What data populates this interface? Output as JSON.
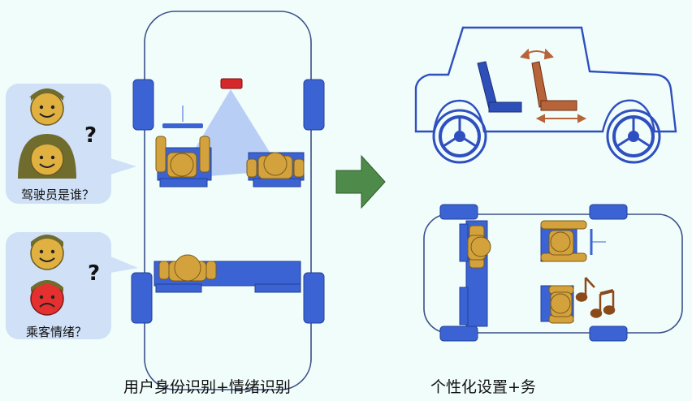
{
  "left_panel": {
    "question_driver": "驾驶员是谁？",
    "question_passenger": "乘客情绪？",
    "question_mark": "?",
    "caption": "用户身份识别+情绪识别"
  },
  "right_panel": {
    "caption": "个性化设置+务"
  },
  "colors": {
    "background": "#f1fdfb",
    "bubble": "#cfe0f7",
    "car_blue": "#3b63d3",
    "person_gold": "#d4a23c",
    "seat_brown": "#b8643a",
    "arrow_green": "#4e8a4a",
    "camera_red": "#d62828",
    "sad_face_red": "#e53030"
  },
  "icons": [
    "smiley-face-icon",
    "sad-face-icon",
    "camera-icon",
    "right-arrow-icon",
    "music-note-icon",
    "seat-adjust-arrow-icon"
  ]
}
